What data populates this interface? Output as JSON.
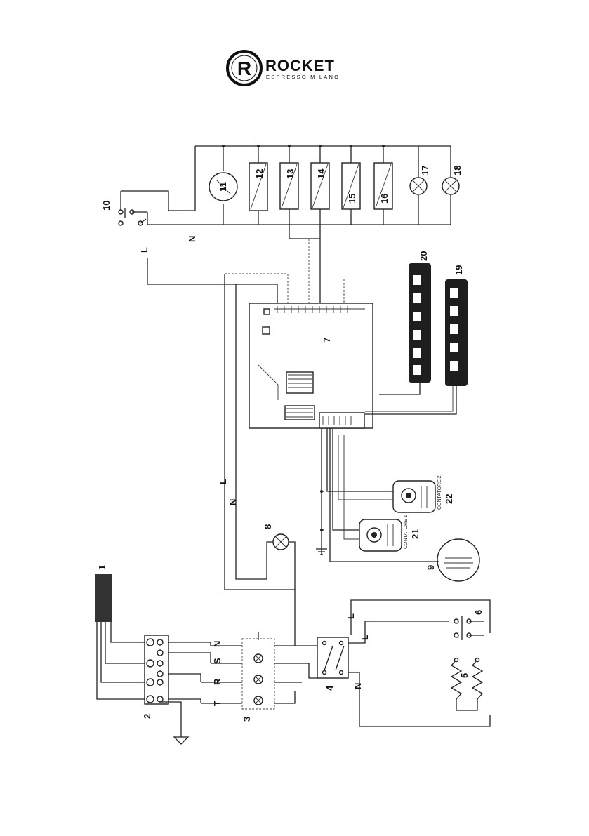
{
  "logo": {
    "mark": "R",
    "word": "ROCKET",
    "sub": "ESPRESSO MILANO"
  },
  "labels": {
    "c1": "1",
    "c2": "2",
    "c3": "3",
    "c4": "4",
    "c5": "5",
    "c6": "6",
    "c7": "7",
    "c8": "8",
    "c9": "9",
    "c10": "10",
    "c11": "11",
    "c12": "12",
    "c13": "13",
    "c14": "14",
    "c15": "15",
    "c16": "16",
    "c17": "17",
    "c18": "18",
    "c19": "19",
    "c20": "20",
    "c21": "21",
    "c22": "22"
  },
  "wires": {
    "L": "L",
    "N": "N",
    "R": "R",
    "S": "S",
    "T": "T"
  },
  "parts": {
    "contatore_1": "CONTATORE 1",
    "contatore_2": "CONTATORE 2"
  }
}
